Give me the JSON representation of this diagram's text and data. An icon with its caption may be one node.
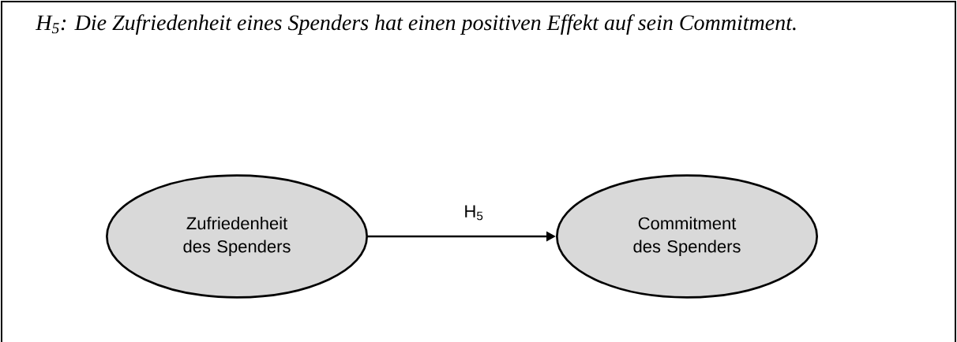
{
  "diagram": {
    "title": "H$_{5}$: Die Zufriedenheit eines Spenders hat einen positiven Effekt auf sein Commitment.",
    "nodes": [
      {
        "text": [
          "Zufriedenheit des Spenders"
        ]
      },
      {
        "text": [
          "Commitment des Spenders"
        ]
      }
    ],
    "edges": [
      {
        "from": 0,
        "to": 1,
        "arrow": "to",
        "label": "H$_{5}$"
      }
    ]
  }
}
